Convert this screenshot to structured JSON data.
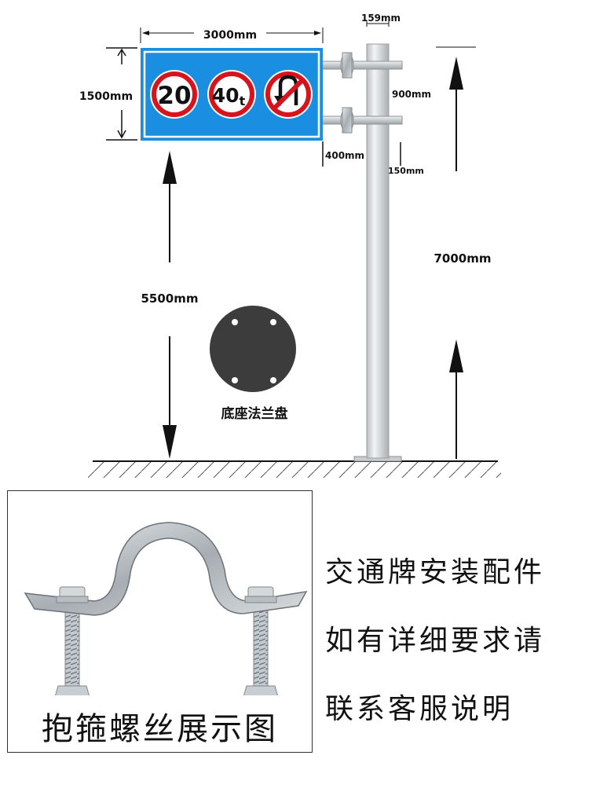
{
  "dimensions": {
    "sign_width": "3000mm",
    "sign_height": "1500mm",
    "pole_diameter": "159mm",
    "bracket_spacing": "900mm",
    "bracket_offset": "400mm",
    "top_offset": "150mm",
    "pole_height": "7000mm",
    "clearance": "5500mm"
  },
  "signs": {
    "speed_limit": "20",
    "weight_limit_value": "40",
    "weight_limit_unit": "t"
  },
  "base_plate_label": "底座法兰盘",
  "clamp_caption": "抱箍螺丝展示图",
  "side_notes": [
    "交通牌安装配件",
    "如有详细要求请",
    "联系客服说明"
  ],
  "colors": {
    "sign_blue": "#1a8ee0",
    "prohibition_red": "#d6141d",
    "pole_grey": "#d5d8da",
    "base_plate": "#3c3c3c"
  }
}
